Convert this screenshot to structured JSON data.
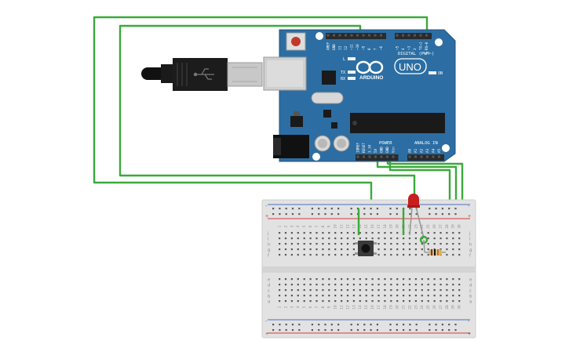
{
  "board": {
    "brand": "ARDUINO",
    "model": "UNO",
    "digital_header_label": "DIGITAL (PWM~)",
    "digital_pin_labels": [
      "AREF",
      "GND",
      "13",
      "12",
      "~11",
      "~10",
      "~9",
      "8",
      "7",
      "~6",
      "~5",
      "4",
      "~3",
      "2",
      "TX→1",
      "RX←0"
    ],
    "power_header_label": "POWER",
    "power_pin_labels": [
      "IOREF",
      "RESET",
      "3.3V",
      "5V",
      "GND",
      "GND",
      "Vin"
    ],
    "analog_header_label": "ANALOG IN",
    "analog_pin_labels": [
      "A0",
      "A1",
      "A2",
      "A3",
      "A4",
      "A5"
    ],
    "led_labels": {
      "l": "L",
      "tx": "TX",
      "rx": "RX",
      "on": "ON"
    },
    "colors": {
      "board": "#2c6ea3",
      "header": "#2b2b2b",
      "reset": "#c0392b"
    }
  },
  "breadboard": {
    "row_letters_top": [
      "j",
      "i",
      "h",
      "g",
      "f"
    ],
    "row_letters_bottom": [
      "e",
      "d",
      "c",
      "b",
      "a"
    ],
    "column_count": 30,
    "rail_minus": "-",
    "rail_plus": "+",
    "colors": {
      "body": "#e2e2e2",
      "rail_red": "#d04040",
      "rail_blue": "#4a70c0"
    }
  },
  "components": {
    "usb_cable": "usb-cable",
    "led_color": "#c81e1e",
    "resistor_bands": [
      "#7b3f00",
      "#111111",
      "#c07020",
      "#d4af37"
    ],
    "pushbutton": "pushbutton"
  },
  "wires": {
    "color": "#3aaa3a"
  }
}
